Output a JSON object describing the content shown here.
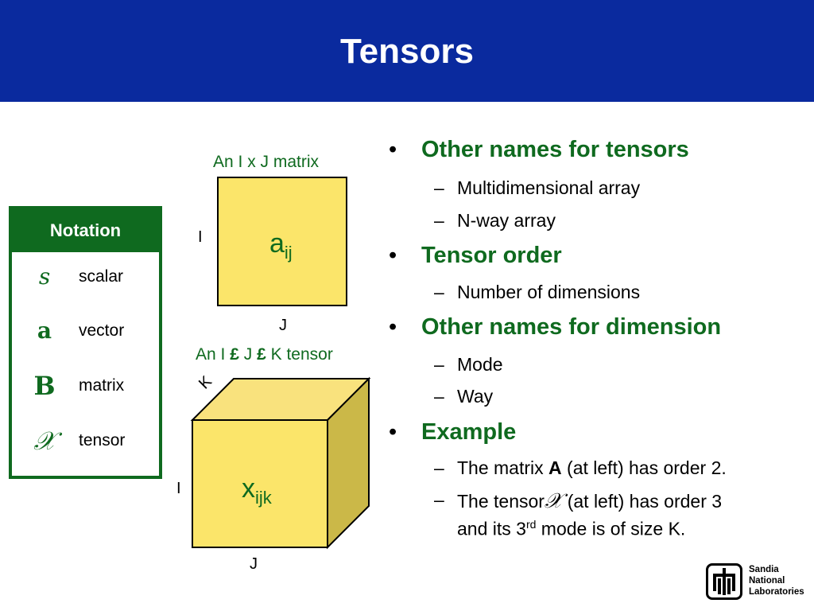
{
  "slide": {
    "title": "Tensors"
  },
  "notation": {
    "header": "Notation",
    "rows": [
      {
        "symbol": "s",
        "label": "scalar",
        "icon": "italic-s-symbol"
      },
      {
        "symbol": "a",
        "label": "vector",
        "icon": "bold-a-symbol"
      },
      {
        "symbol": "B",
        "label": "matrix",
        "icon": "bold-B-symbol"
      },
      {
        "symbol": "𝒳",
        "label": "tensor",
        "icon": "script-X-symbol"
      }
    ]
  },
  "matrix_figure": {
    "caption": "An I x J matrix",
    "row_axis": "I",
    "col_axis": "J",
    "element_base": "a",
    "element_sub": "ij"
  },
  "tensor_figure": {
    "caption_part1": "An I",
    "caption_sep": "£",
    "caption_part2": "J",
    "caption_part3": "K tensor",
    "row_axis": "I",
    "col_axis": "J",
    "depth_axis": "K",
    "element_base": "x",
    "element_sub": "ijk"
  },
  "bullets": {
    "b1_title": "Other names for tensors",
    "b1_sub1": "Multidimensional array",
    "b1_sub2": "N-way array",
    "b2_title": "Tensor order",
    "b2_sub1": "Number of dimensions",
    "b3_title": "Other names for dimension",
    "b3_sub1": "Mode",
    "b3_sub2": "Way",
    "b4_title": "Example",
    "b4_sub1_pre": "The matrix",
    "b4_sub1_bold": "A",
    "b4_sub1_post": "(at left) has order 2.",
    "b4_sub2_pre": "The tensor",
    "b4_sub2_symbol": "𝒳",
    "b4_sub2_post": "(at left) has order 3",
    "b4_sub2_line2_pre": "and its 3",
    "b4_sub2_line2_sup": "rd",
    "b4_sub2_line2_post": "mode is of size K.",
    "bullet_glyph": "•",
    "dash_glyph": "–"
  },
  "logo": {
    "line1": "Sandia",
    "line2": "National",
    "line3": "Laboratories"
  },
  "colors": {
    "header_blue": "#0a2a9e",
    "accent_green": "#0f6a1f",
    "box_yellow": "#fbe56a",
    "cube_top": "#f9e27d",
    "cube_side": "#cbb848"
  }
}
